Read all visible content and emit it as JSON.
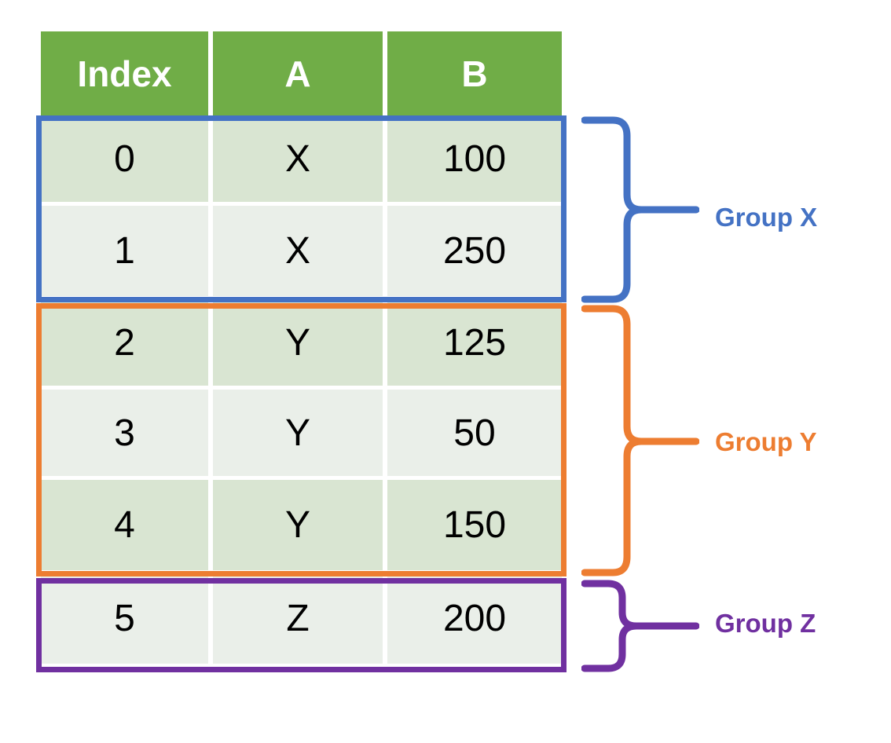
{
  "table": {
    "columns": [
      "Index",
      "A",
      "B"
    ],
    "rows": [
      {
        "index": "0",
        "a": "X",
        "b": "100"
      },
      {
        "index": "1",
        "a": "X",
        "b": "250"
      },
      {
        "index": "2",
        "a": "Y",
        "b": "125"
      },
      {
        "index": "3",
        "a": "Y",
        "b": "50"
      },
      {
        "index": "4",
        "a": "Y",
        "b": "150"
      },
      {
        "index": "5",
        "a": "Z",
        "b": "200"
      }
    ]
  },
  "groups": [
    {
      "label": "Group X",
      "key": "X",
      "color": "#4472C4",
      "row_indices": [
        "0",
        "1"
      ]
    },
    {
      "label": "Group Y",
      "key": "Y",
      "color": "#ED7D31",
      "row_indices": [
        "2",
        "3",
        "4"
      ]
    },
    {
      "label": "Group Z",
      "key": "Z",
      "color": "#7030A0",
      "row_indices": [
        "5"
      ]
    }
  ],
  "colors": {
    "header_green": "#70AD47",
    "row_shade_dark": "#D9E5D2",
    "row_shade_light": "#EAEFE9",
    "header_text": "#FFFFFF",
    "body_text": "#000000",
    "background": "#FFFFFF"
  }
}
